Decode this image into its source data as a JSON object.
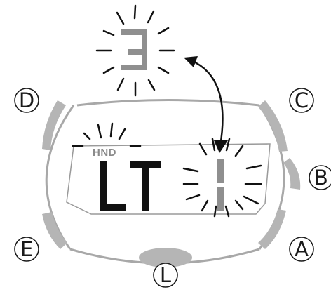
{
  "buttons": {
    "D": "D",
    "C": "C",
    "B": "B",
    "E": "E",
    "A": "A",
    "L": "L"
  },
  "display": {
    "indicator": "HND",
    "mode": "LT",
    "value": "1",
    "alt_value": "3"
  },
  "colors": {
    "bezel": "#a8a8a8",
    "segment_dark": "#111111",
    "segment_gray": "#8f8f8f",
    "lcd_outline": "#9a9a9a"
  }
}
